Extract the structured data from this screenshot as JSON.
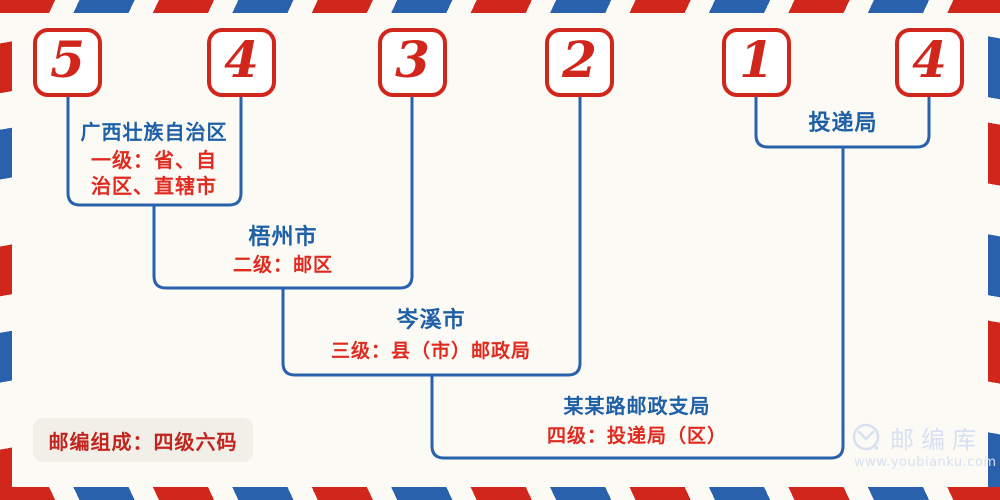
{
  "postal_code": {
    "digits": [
      "5",
      "4",
      "3",
      "2",
      "1",
      "4"
    ]
  },
  "levels": {
    "level1": {
      "name": "广西壮族自治区",
      "desc_line1": "一级：省、自",
      "desc_line2": "治区、直辖市"
    },
    "level2": {
      "name": "梧州市",
      "desc": "二级：邮区"
    },
    "level3": {
      "name": "岑溪市",
      "desc": "三级：县（市）邮政局"
    },
    "level4": {
      "name": "某某路邮政支局",
      "desc": "四级：投递局（区）"
    },
    "delivery": {
      "label": "投递局"
    }
  },
  "footer": {
    "badge": "邮编组成：四级六码"
  },
  "watermark": {
    "brand": "邮编库",
    "url": "www.youbianku.com"
  },
  "colors": {
    "digit_red": "#d0261c",
    "desc_red": "#e02a20",
    "connector_blue": "#2a61ad",
    "name_blue": "#1e5fa6",
    "badge_text_red": "#c2251e",
    "badge_background": "#f2efe9",
    "watermark_blue": "#d7e1f1",
    "background": "#fbfaf4"
  }
}
